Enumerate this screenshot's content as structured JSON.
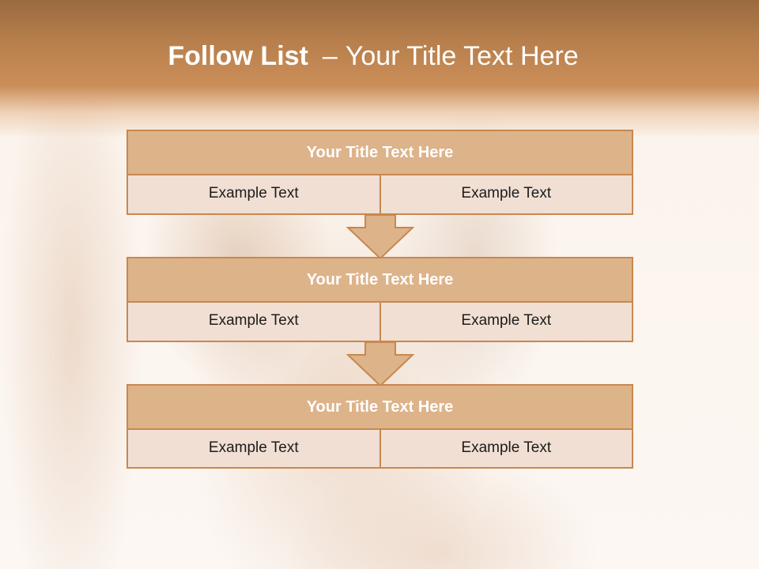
{
  "slide": {
    "title_bold": "Follow List",
    "title_separator": "–",
    "title_rest": "Your Title Text Here"
  },
  "steps": [
    {
      "title": "Your Title Text Here",
      "cells": [
        "Example Text",
        "Example Text"
      ]
    },
    {
      "title": "Your Title Text Here",
      "cells": [
        "Example Text",
        "Example Text"
      ]
    },
    {
      "title": "Your Title Text Here",
      "cells": [
        "Example Text",
        "Example Text"
      ]
    }
  ],
  "colors": {
    "header_band": "#c08550",
    "box_title_fill": "#ddb38a",
    "box_cell_fill": "#f1dfd3",
    "box_border": "#c8884f",
    "arrow_fill": "#ddb38a"
  }
}
